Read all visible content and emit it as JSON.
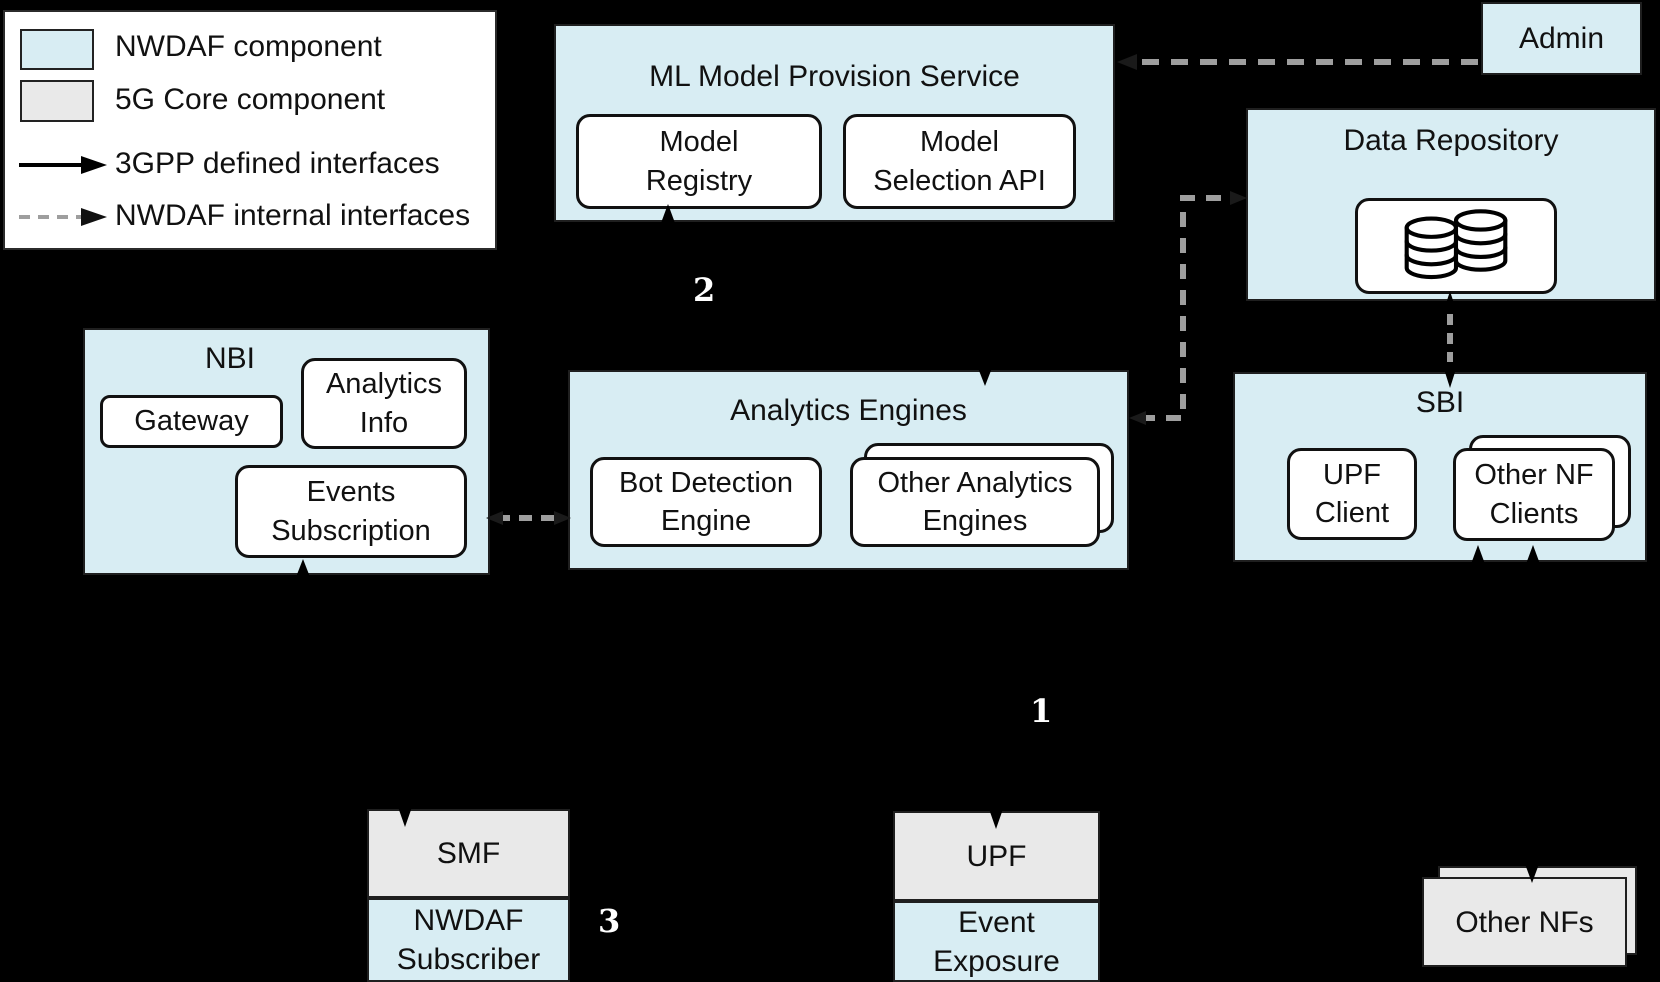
{
  "colors": {
    "nwdaf_fill": "#d8edf3",
    "core_fill": "#e9e9e9",
    "dash_gray": "#9e9e9e",
    "background": "#000000"
  },
  "legend": {
    "items": [
      {
        "label": "NWDAF component"
      },
      {
        "label": "5G Core component"
      },
      {
        "label": "3GPP defined interfaces"
      },
      {
        "label": "NWDAF internal interfaces"
      }
    ]
  },
  "ml_service": {
    "title": "ML Model Provision Service",
    "registry": "Model\nRegistry",
    "selection_api": "Model\nSelection API"
  },
  "admin": {
    "label": "Admin"
  },
  "data_repository": {
    "title": "Data Repository"
  },
  "nbi": {
    "title": "NBI",
    "gateway": "Gateway",
    "analytics_info": "Analytics\nInfo",
    "events_subscription": "Events\nSubscription"
  },
  "analytics_engines": {
    "title": "Analytics Engines",
    "bot_engine": "Bot Detection\nEngine",
    "other_engines": "Other Analytics\nEngines"
  },
  "sbi": {
    "title": "SBI",
    "upf_client": "UPF\nClient",
    "other_nf_clients": "Other NF\nClients"
  },
  "core_nfs": {
    "smf": "SMF",
    "nwdaf_subscriber": "NWDAF\nSubscriber",
    "upf": "UPF",
    "event_exposure": "Event\nExposure",
    "other_nfs": "Other NFs"
  },
  "markers": {
    "m1": "1",
    "m2": "2",
    "m3": "3"
  }
}
